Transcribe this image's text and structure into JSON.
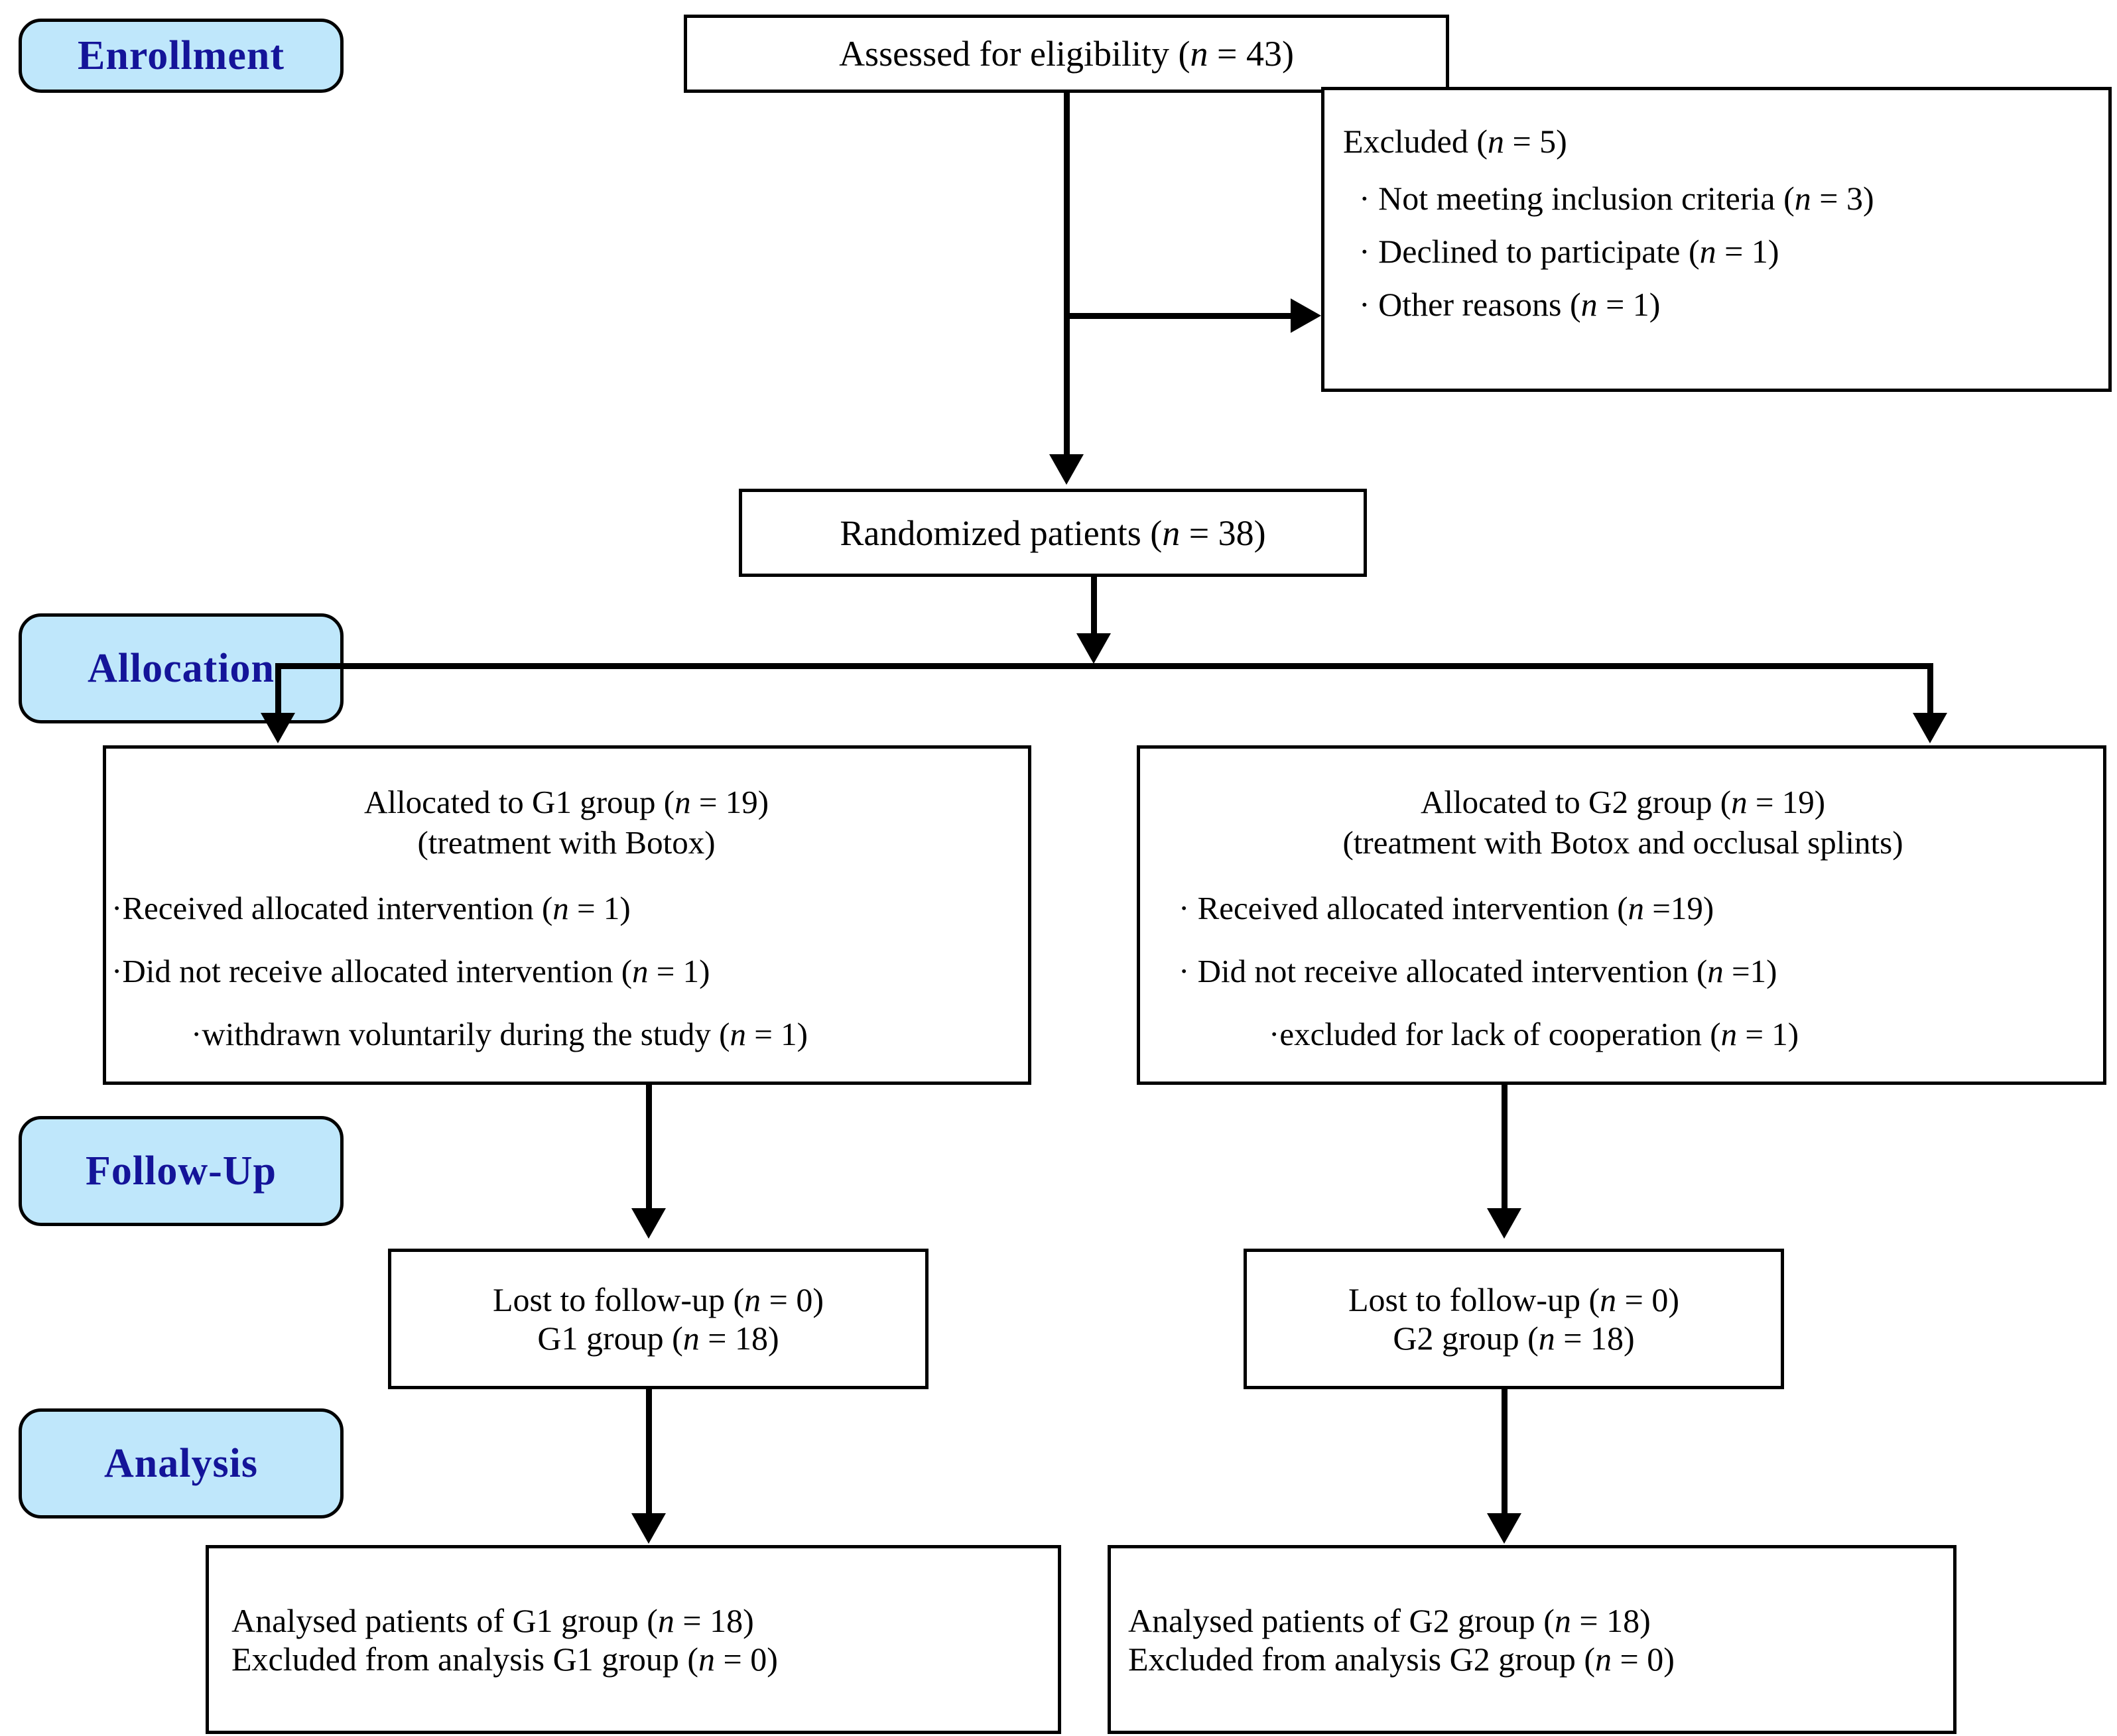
{
  "diagram": {
    "type": "consort-flow-diagram",
    "colors": {
      "phase_fill": "#bfe7fb",
      "phase_text": "#141499",
      "box_fill": "#ffffff",
      "stroke": "#000000"
    }
  },
  "phases": {
    "enrollment": "Enrollment",
    "allocation": "Allocation",
    "followup": "Follow-Up",
    "analysis": "Analysis"
  },
  "boxes": {
    "eligibility": {
      "text": "Assessed for eligibility (",
      "italic_n": "n",
      "tail": " = 43)"
    },
    "excluded": {
      "title_a": "Excluded (",
      "title_n": "n",
      "title_b": " = 5)",
      "items": [
        {
          "bullet": "·",
          "text_a": "Not meeting inclusion criteria (",
          "n": "n",
          "text_b": " = 3)"
        },
        {
          "bullet": "·",
          "text_a": "Declined to participate (",
          "n": "n",
          "text_b": " = 1)"
        },
        {
          "bullet": "·",
          "text_a": "Other reasons (",
          "n": "n",
          "text_b": " = 1)"
        }
      ]
    },
    "randomized": {
      "text": "Randomized patients (",
      "italic_n": "n",
      "tail": " = 38)"
    },
    "alloc_g1": {
      "head_a": "Allocated to G1 group (",
      "head_n": "n",
      "head_b": " = 19)",
      "sub": "(treatment with Botox)",
      "items": [
        {
          "bullet": "·",
          "text_a": "Received allocated intervention (",
          "n": "n",
          "text_b": " = 1)"
        },
        {
          "bullet": "·",
          "text_a": "Did not receive allocated intervention (",
          "n": "n",
          "text_b": " = 1)"
        }
      ],
      "subitem": {
        "bullet": "·",
        "text_a": "withdrawn voluntarily during the study (",
        "n": "n",
        "text_b": " = 1)"
      }
    },
    "alloc_g2": {
      "head_a": "Allocated to G2 group (",
      "head_n": "n",
      "head_b": " = 19)",
      "sub": "(treatment with Botox and occlusal splints)",
      "items": [
        {
          "bullet": "·",
          "text_a": "Received allocated intervention (",
          "n": "n",
          "text_b": " =19)"
        },
        {
          "bullet": "·",
          "text_a": "Did not receive allocated intervention (",
          "n": "n",
          "text_b": " =1)"
        }
      ],
      "subitem": {
        "bullet": "·",
        "text_a": "excluded for lack of cooperation (",
        "n": "n",
        "text_b": " = 1)"
      }
    },
    "followup_g1": {
      "line1_a": "Lost to follow-up (",
      "line1_n": "n",
      "line1_b": " = 0)",
      "line2_a": "G1 group (",
      "line2_n": "n",
      "line2_b": " = 18)"
    },
    "followup_g2": {
      "line1_a": "Lost to follow-up (",
      "line1_n": "n",
      "line1_b": " = 0)",
      "line2_a": "G2 group (",
      "line2_n": "n",
      "line2_b": " = 18)"
    },
    "analysis_g1": {
      "line1_a": "Analysed patients of G1 group (",
      "line1_n": "n",
      "line1_b": " = 18)",
      "line2_a": "Excluded from analysis G1 group (",
      "line2_n": "n",
      "line2_b": " = 0)"
    },
    "analysis_g2": {
      "line1_a": "Analysed patients of G2 group (",
      "line1_n": "n",
      "line1_b": " = 18)",
      "line2_a": "Excluded from analysis G2 group (",
      "line2_n": "n",
      "line2_b": " = 0)"
    }
  },
  "chart_data": {
    "type": "flow",
    "title": "CONSORT participant flow",
    "nodes": [
      {
        "id": "eligibility",
        "label": "Assessed for eligibility",
        "n": 43
      },
      {
        "id": "excluded",
        "label": "Excluded",
        "n": 5,
        "reasons": [
          {
            "label": "Not meeting inclusion criteria",
            "n": 3
          },
          {
            "label": "Declined to participate",
            "n": 1
          },
          {
            "label": "Other reasons",
            "n": 1
          }
        ]
      },
      {
        "id": "randomized",
        "label": "Randomized patients",
        "n": 38
      },
      {
        "id": "alloc_g1",
        "label": "Allocated to G1 group (treatment with Botox)",
        "n": 19,
        "received": 1,
        "not_received": 1,
        "not_received_reason": "withdrawn voluntarily during the study",
        "not_received_reason_n": 1
      },
      {
        "id": "alloc_g2",
        "label": "Allocated to G2 group (treatment with Botox and occlusal splints)",
        "n": 19,
        "received": 19,
        "not_received": 1,
        "not_received_reason": "excluded for lack of cooperation",
        "not_received_reason_n": 1
      },
      {
        "id": "followup_g1",
        "label": "Lost to follow-up G1",
        "lost": 0,
        "remaining": 18
      },
      {
        "id": "followup_g2",
        "label": "Lost to follow-up G2",
        "lost": 0,
        "remaining": 18
      },
      {
        "id": "analysis_g1",
        "label": "Analysed patients of G1 group",
        "analysed": 18,
        "excluded": 0
      },
      {
        "id": "analysis_g2",
        "label": "Analysed patients of G2 group",
        "analysed": 18,
        "excluded": 0
      }
    ],
    "edges": [
      {
        "from": "eligibility",
        "to": "excluded"
      },
      {
        "from": "eligibility",
        "to": "randomized"
      },
      {
        "from": "randomized",
        "to": "alloc_g1"
      },
      {
        "from": "randomized",
        "to": "alloc_g2"
      },
      {
        "from": "alloc_g1",
        "to": "followup_g1"
      },
      {
        "from": "alloc_g2",
        "to": "followup_g2"
      },
      {
        "from": "followup_g1",
        "to": "analysis_g1"
      },
      {
        "from": "followup_g2",
        "to": "analysis_g2"
      }
    ]
  }
}
